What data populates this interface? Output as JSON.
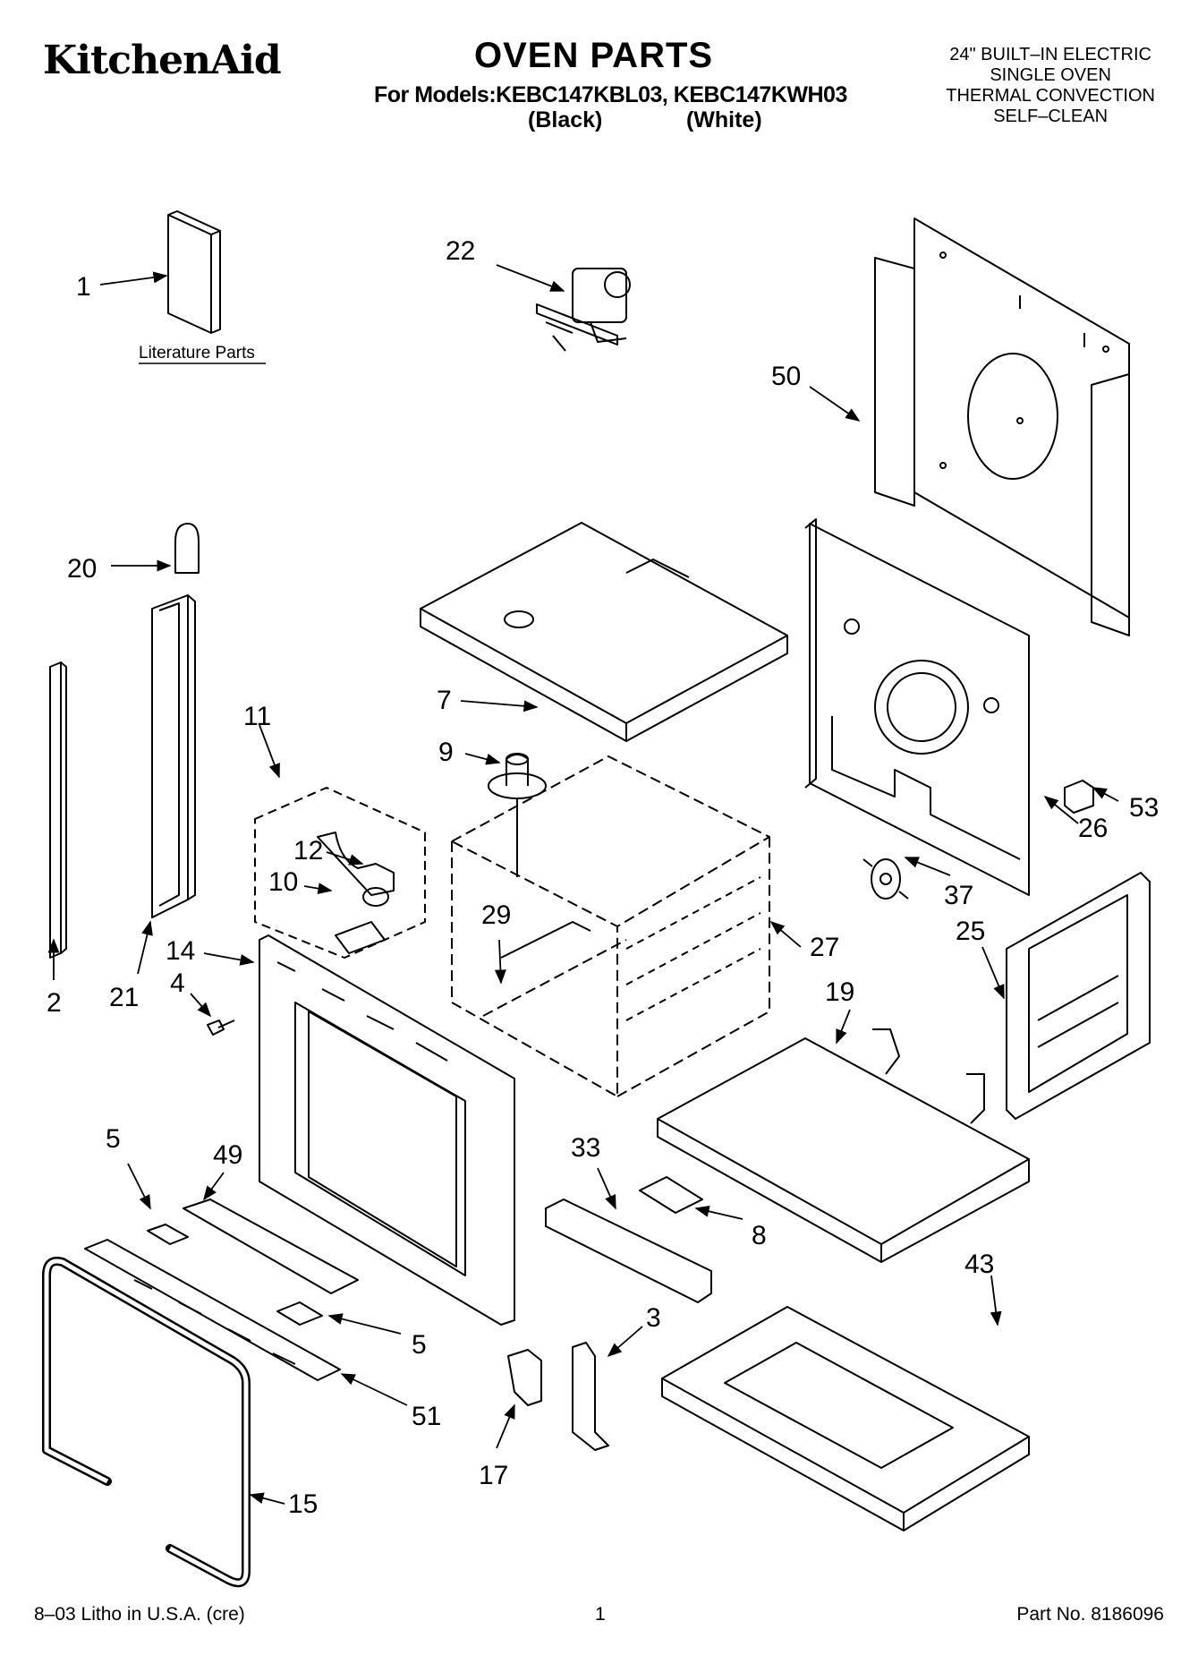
{
  "header": {
    "brand": "KitchenAid",
    "title": "OVEN PARTS",
    "models_line": "For Models:KEBC147KBL03, KEBC147KWH03",
    "variant_black": "(Black)",
    "variant_white": "(White)",
    "spec_lines": [
      "24\" BUILT–IN ELECTRIC",
      "SINGLE OVEN",
      "THERMAL CONVECTION",
      "SELF–CLEAN"
    ]
  },
  "diagram": {
    "literature_label": "Literature Parts",
    "callouts": {
      "c1": "1",
      "c22": "22",
      "c50": "50",
      "c20": "20",
      "c7": "7",
      "c11": "11",
      "c9": "9",
      "c12": "12",
      "c10": "10",
      "c29": "29",
      "c2": "2",
      "c21": "21",
      "c14": "14",
      "c4": "4",
      "c27": "27",
      "c26": "26",
      "c53": "53",
      "c37": "37",
      "c25": "25",
      "c19": "19",
      "c5a": "5",
      "c49": "49",
      "c33": "33",
      "c8": "8",
      "c5b": "5",
      "c51": "51",
      "c3": "3",
      "c43": "43",
      "c17": "17",
      "c15": "15"
    }
  },
  "footer": {
    "left": "8–03 Litho in U.S.A. (cre)",
    "center": "1",
    "right": "Part No. 8186096"
  }
}
